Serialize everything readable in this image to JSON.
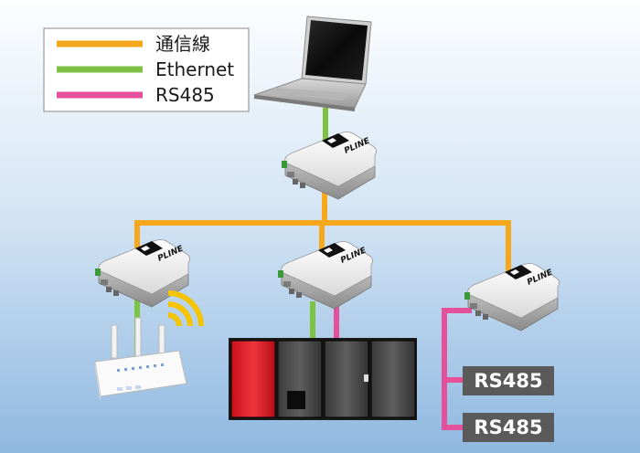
{
  "legend": {
    "items": [
      {
        "label": "通信線",
        "color": "#f5a81c"
      },
      {
        "label": "Ethernet",
        "color": "#7dc243"
      },
      {
        "label": "RS485",
        "color": "#e5509a"
      }
    ]
  },
  "devices": {
    "brand": "PLINE"
  },
  "rs485_boxes": [
    {
      "label": "RS485"
    },
    {
      "label": "RS485"
    }
  ],
  "colors": {
    "background_top": "#ffffff",
    "background_bottom": "#8fb8e0",
    "comm_line": "#f5a81c",
    "ethernet_line": "#7dc243",
    "rs485_line": "#e5509a",
    "rs485_box": "#5a5a5a",
    "plc_red": "#e01a22",
    "plc_gray": "#4a4a4a"
  }
}
